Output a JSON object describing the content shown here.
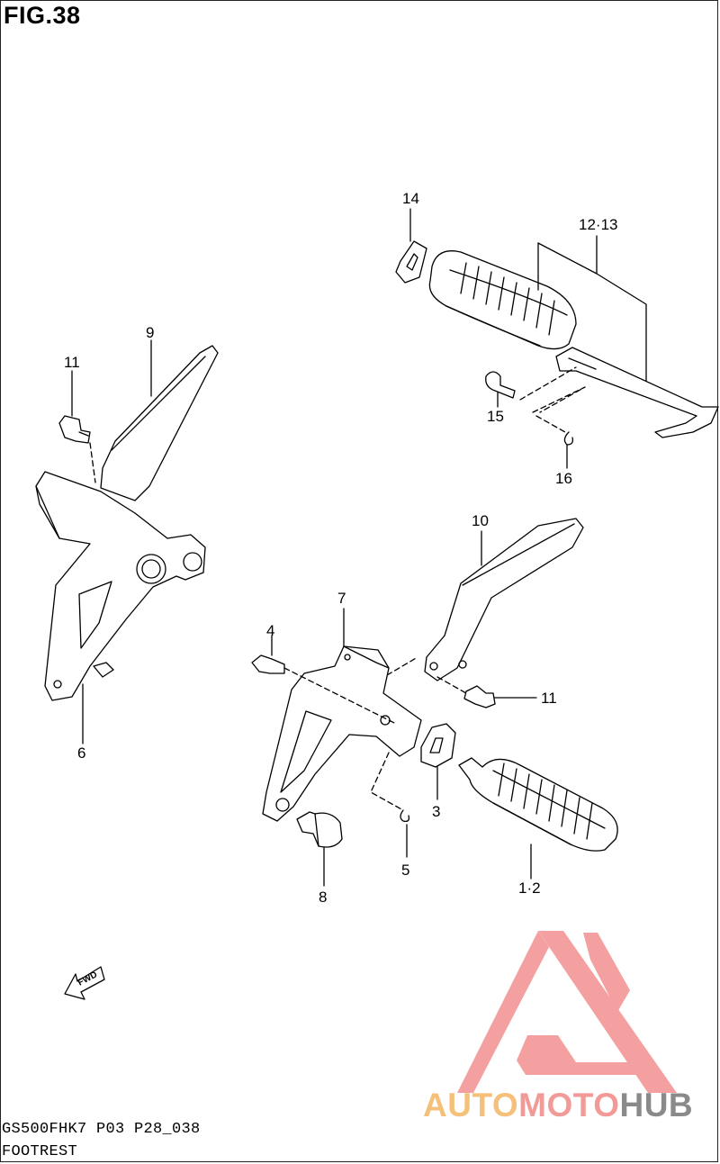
{
  "header": {
    "fig_title": "FIG.38"
  },
  "callouts": [
    {
      "id": "c14",
      "text": "14"
    },
    {
      "id": "c1213",
      "text": "12·13"
    },
    {
      "id": "c15",
      "text": "15"
    },
    {
      "id": "c16",
      "text": "16"
    },
    {
      "id": "c9",
      "text": "9"
    },
    {
      "id": "c11a",
      "text": "11"
    },
    {
      "id": "c6",
      "text": "6"
    },
    {
      "id": "c10",
      "text": "10"
    },
    {
      "id": "c7",
      "text": "7"
    },
    {
      "id": "c4",
      "text": "4"
    },
    {
      "id": "c11b",
      "text": "11"
    },
    {
      "id": "c3",
      "text": "3"
    },
    {
      "id": "c5",
      "text": "5"
    },
    {
      "id": "c8",
      "text": "8"
    },
    {
      "id": "c12",
      "text": "1·2"
    }
  ],
  "fwd_arrow": {
    "label": "FWD"
  },
  "footer": {
    "model_code": "GS500FHK7  P03 P28_038",
    "part_name": "FOOTREST"
  },
  "watermark": {
    "auto": "AUTO",
    "moto": "MOTO",
    "hub": "HUB",
    "logo_color": "#f4a0a0"
  }
}
